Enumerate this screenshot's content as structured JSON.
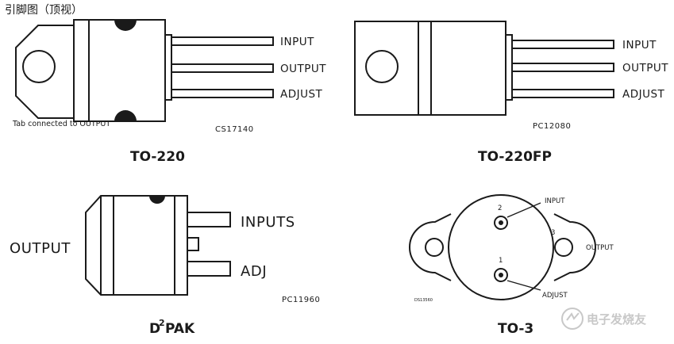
{
  "header": {
    "title": "引脚图（顶视）"
  },
  "to220": {
    "pins": [
      "INPUT",
      "OUTPUT",
      "ADJUST"
    ],
    "note": "Tab connected to OUTPUT",
    "code": "CS17140",
    "name": "TO-220"
  },
  "to220fp": {
    "pins": [
      "INPUT",
      "OUTPUT",
      "ADJUST"
    ],
    "code": "PC12080",
    "name": "TO-220FP"
  },
  "d2pak": {
    "output_label": "OUTPUT",
    "pins": [
      "INPUTS",
      "ADJ"
    ],
    "code": "PC11960",
    "name_main": "D",
    "name_sup": "2",
    "name_rest": "PAK"
  },
  "to3": {
    "pin2_num": "2",
    "pin2_label": "INPUT",
    "pin1_num": "1",
    "pin1_label": "ADJUST",
    "pin3_num": "3",
    "output_label": "OUTPUT",
    "code": "DS13560",
    "name": "TO-3"
  },
  "watermark": {
    "text": "电子发烧友"
  }
}
